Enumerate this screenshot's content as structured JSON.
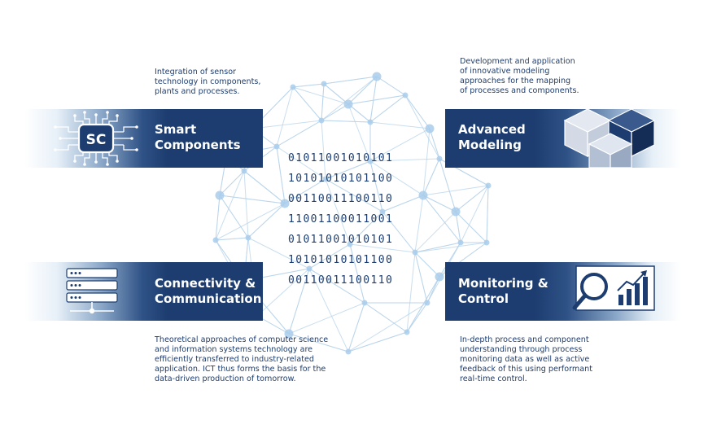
{
  "sections": {
    "smart_components": {
      "title": "Smart\nComponents",
      "description": "Integration of sensor\ntechnology in components,\nplants and processes.",
      "icon": "sc-chip-icon",
      "icon_text": "SC"
    },
    "advanced_modeling": {
      "title": "Advanced\nModeling",
      "description": "Development and application\nof innovative modeling\napproaches for the mapping\nof processes and components.",
      "icon": "cubes-icon"
    },
    "connectivity": {
      "title": "Connectivity &\nCommunication",
      "description": "Theoretical approaches of computer science\nand information systems technology are\nefficiently transferred to industry-related\napplication. ICT thus forms the basis for the\ndata-driven production of tomorrow.",
      "icon": "server-rack-icon"
    },
    "monitoring": {
      "title": "Monitoring &\nControl",
      "description": "In-depth process and component\nunderstanding through process\nmonitoring data as well as active\nfeedback of this using performant\nreal-time control.",
      "icon": "monitor-chart-icon"
    }
  },
  "binary_rows": [
    "01011001010101",
    "10101010101100",
    "00110011100110",
    "11001100011001",
    "01011001010101",
    "10101010101100",
    "00110011100110"
  ],
  "colors": {
    "navy": "#1d3d70",
    "network_line": "#b7d3ea",
    "network_node": "#a9cdeb",
    "white": "#ffffff"
  }
}
